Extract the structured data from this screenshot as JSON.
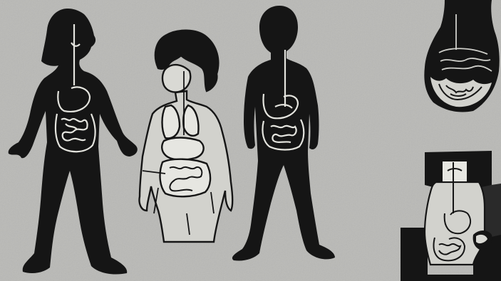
{
  "palette": {
    "paper": "#b9b9b6",
    "ink": "#151515",
    "line": "#e4e4de",
    "organ_fill": "#cfcfca",
    "shadow": "#2a2a2a"
  },
  "figures": [
    {
      "id": "silhouette-girl",
      "icon": "human-silhouette-digestive-tract"
    },
    {
      "id": "outline-child",
      "icon": "human-outline-digestive-organs"
    },
    {
      "id": "silhouette-boy",
      "icon": "human-silhouette-digestive-tract"
    },
    {
      "id": "torso-closeup",
      "icon": "abdomen-intestines-closeup"
    },
    {
      "id": "torso-cutaway",
      "icon": "torso-stomach-intestines"
    }
  ]
}
